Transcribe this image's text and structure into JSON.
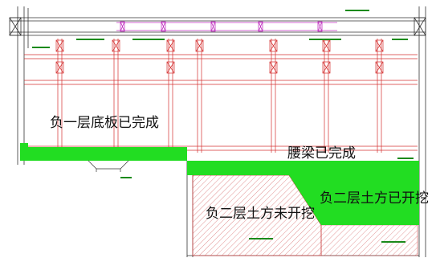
{
  "annotations": {
    "b1_floor_done": "负一层底板已完成",
    "waist_beam_done": "腰梁已完成",
    "b2_not_excavated": "负二层土方未开挖",
    "b2_excavated": "负二层土方已开挖"
  },
  "colors": {
    "green_fill": "#22dd22",
    "red_line": "#d43030",
    "magenta": "#c030c0",
    "hatch": "#cc4444",
    "dark_line": "#333333"
  }
}
